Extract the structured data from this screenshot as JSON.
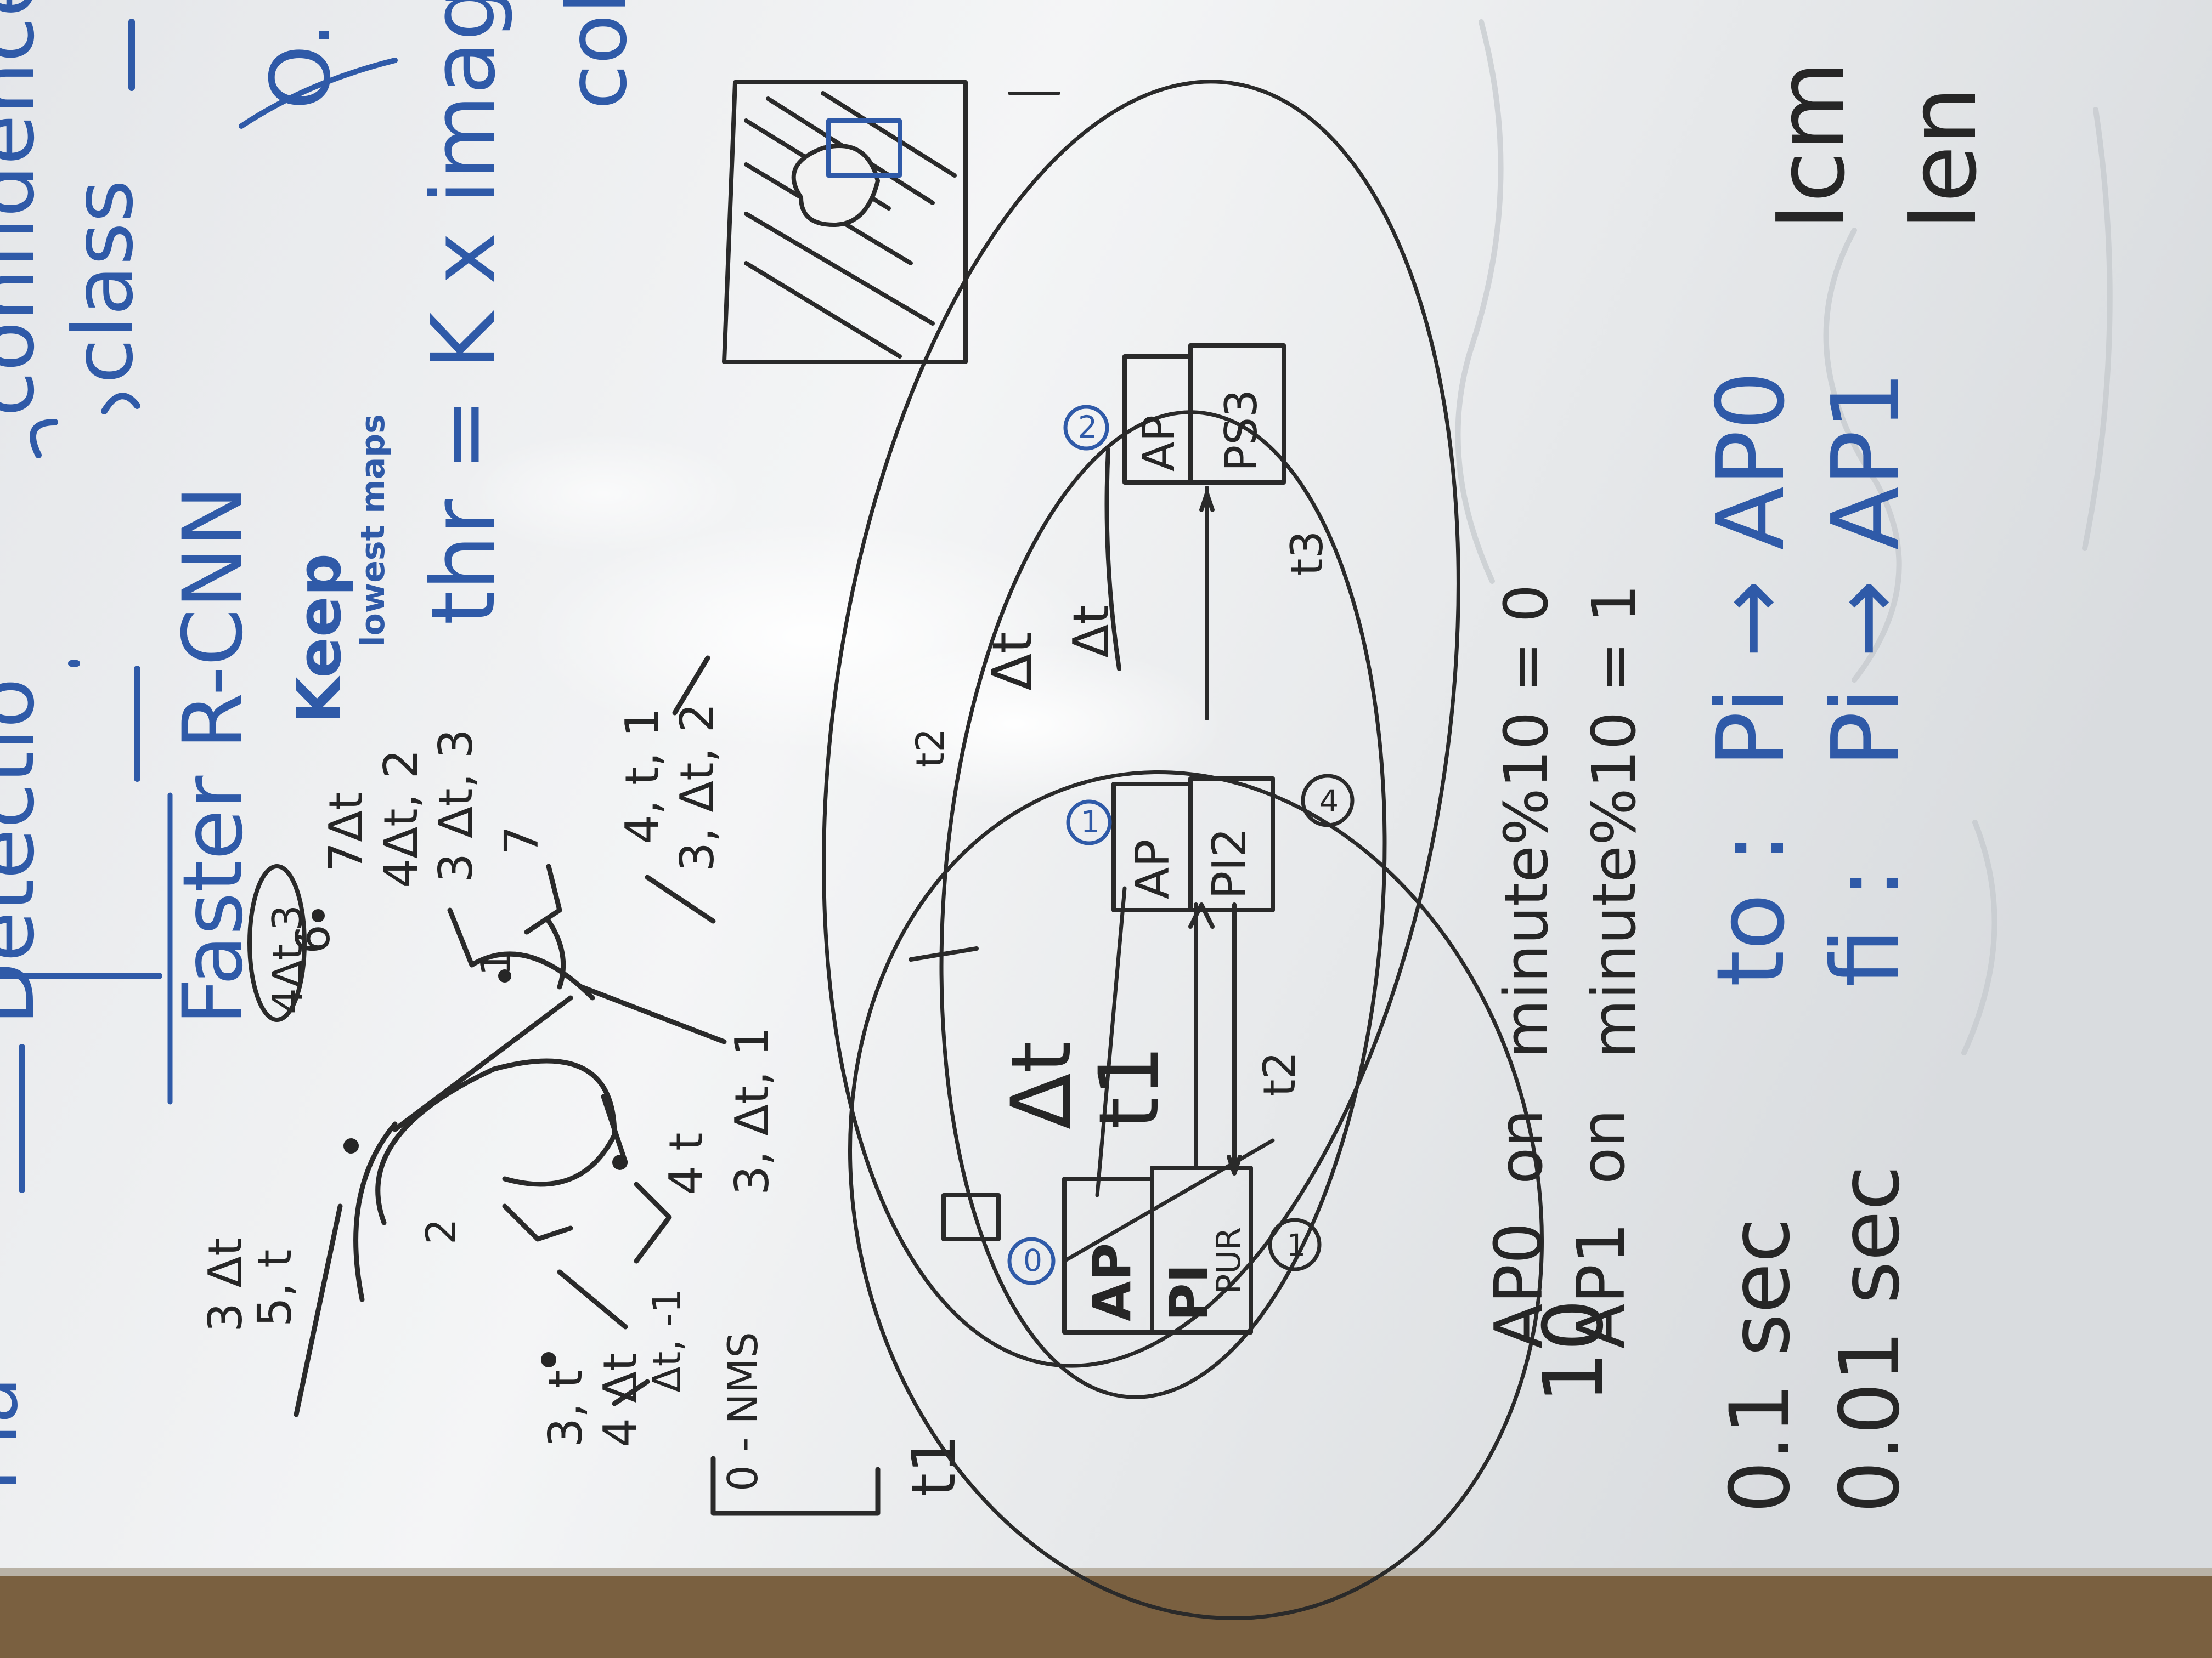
{
  "blue_text": {
    "detection": "Detectio",
    "faster_rcnn": "Faster R-CNN",
    "keep": "Keep",
    "lowest_maps": "lowest maps",
    "confidence": "confidence",
    "class": "class",
    "thr": "thr = K x imag",
    "col": "col",
    "o_dot": "O.",
    "to": "to :",
    "fi": "fi :",
    "pi_ap0": "Pi → AP0",
    "pi_ap1": "Pi → AP1",
    "circ0": "0",
    "circ1": "1",
    "circ2": "2",
    "pla": "Pla"
  },
  "black_text": {
    "three_dt": "3 Δt",
    "five_t": "5, t",
    "two": "2",
    "one": "1",
    "six": "6",
    "four_dt_3": "4Δt,3",
    "seven_dt": "7Δt",
    "four_dt_2": "4Δt, 2",
    "three_dt_3": "3 Δt, 3",
    "seven": "7",
    "four_t_1": "4, t, 1",
    "three_dt_2": "3, Δt, 2",
    "three_t": "3, t",
    "four_t": "4 t",
    "four_dt": "4 Δt",
    "dt_minus1": "Δt, -1",
    "three_dt_1": "3, Δt, 1",
    "zero_nms": "0 - NMS",
    "t1_big": "t1",
    "dt_big": "Δt",
    "t1": "t1",
    "t2a": "t2",
    "t2b": "t2",
    "dt_mid": "Δt",
    "dt_mid2": "Δt",
    "t3": "t3",
    "ap": "AP",
    "pi": "PI",
    "pur": "PUR",
    "pi2": "PI2",
    "ps3": "PS3",
    "c1": "1",
    "c4": "4",
    "ten": "10",
    "ap0": "AP0",
    "ap1": "AP1",
    "on1": "on",
    "on2": "on",
    "minute": "minute%10 = 0",
    "minute2": "minute%10 = 1",
    "sec1": "0.1 sec",
    "sec2": "0.01 sec",
    "icm": "Icm",
    "ien": "Ien"
  }
}
